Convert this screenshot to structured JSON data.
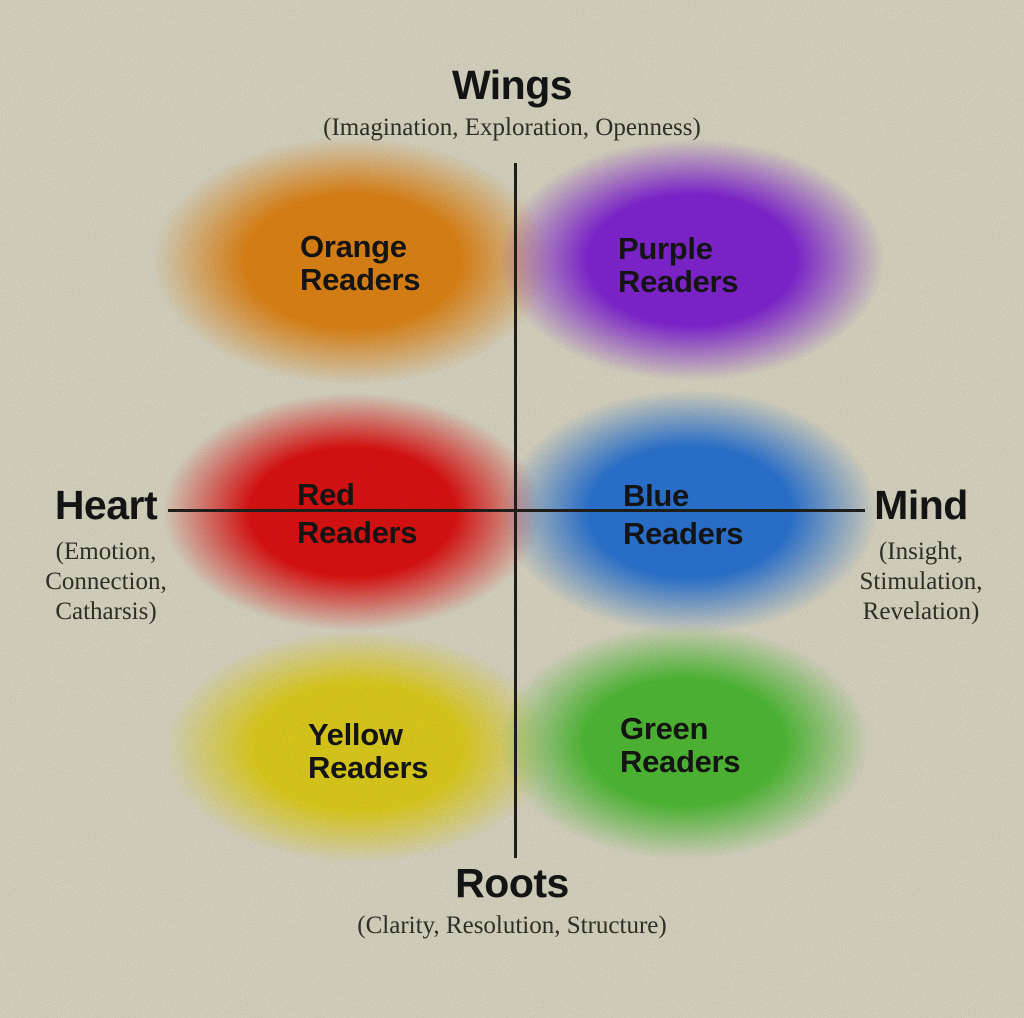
{
  "page": {
    "background": "#ebe7d2",
    "axis_line_color": "#1e1d1a",
    "label_text_color": "#141414",
    "serif_text_color": "#2e2d26"
  },
  "axes": {
    "top": {
      "title": "Wings",
      "subtitle": "(Imagination, Exploration, Openness)"
    },
    "bottom": {
      "title": "Roots",
      "subtitle": "(Clarity, Resolution, Structure)"
    },
    "left": {
      "title": "Heart",
      "subtitle": "(Emotion,\nConnection,\nCatharsis)"
    },
    "right": {
      "title": "Mind",
      "subtitle": "(Insight,\nStimulation,\nRevelation)"
    }
  },
  "quadrants": [
    {
      "name": "orange-readers",
      "label": "Orange\nReaders",
      "color": "#f08e18",
      "position": "top-left"
    },
    {
      "name": "purple-readers",
      "label": "Purple\nReaders",
      "color": "#8b28e2",
      "position": "top-right"
    },
    {
      "name": "red-readers",
      "label": "Red\nReaders",
      "color": "#ee1414",
      "position": "middle-left"
    },
    {
      "name": "blue-readers",
      "label": "Blue\nReaders",
      "color": "#2f7de2",
      "position": "middle-right"
    },
    {
      "name": "yellow-readers",
      "label": "Yellow\nReaders",
      "color": "#f0dd1e",
      "position": "bottom-left"
    },
    {
      "name": "green-readers",
      "label": "Green\nReaders",
      "color": "#56c93a",
      "position": "bottom-right"
    }
  ]
}
